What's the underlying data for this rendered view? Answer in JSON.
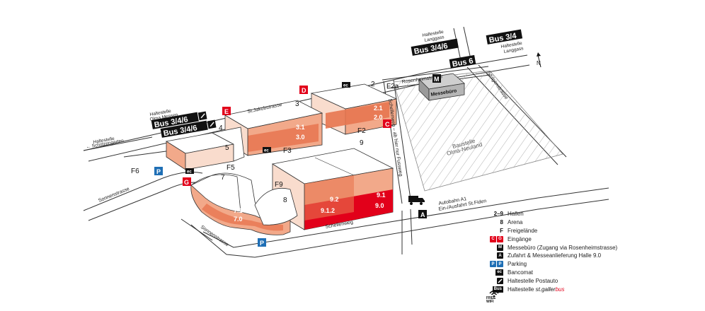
{
  "streets": {
    "langgasse": "Langgasse",
    "rosenheimstrasse": "Rosenheimstrasse",
    "st_jakobstrasse": "St.Jakobstrasse",
    "sonnenstrasse_1": "Sonnenstrasse",
    "sonnenstrasse_2": "Sonnenstrasse",
    "schellenweg": "Schellenweg",
    "schellenweg_vertical": "Schellenweg – ab hier nur Fussweg",
    "stuelgenstrasse": "Stülgenstrasse",
    "autobahn_1": "Autobahn A1",
    "autobahn_2": "Ein-/Ausfahrt St.Fiden"
  },
  "stops": {
    "schuetzengarten_1": "Haltestelle",
    "schuetzengarten_2": "← Schützengarten",
    "olma_messen_1": "Haltestelle",
    "olma_messen_2": "Olma Messen",
    "langgass_1_1": "Haltestelle",
    "langgass_1_2": "Langgass",
    "langgass_2_1": "Haltestelle",
    "langgass_2_2": "Langgass"
  },
  "bus": {
    "b1": "Bus 3/4/6",
    "b2": "Bus 3/4/6",
    "b3": "Bus 3/4/6",
    "b4": "Bus 3/4",
    "b5": "Bus 6"
  },
  "halls": {
    "h2": "2",
    "h2a": "F2a",
    "h3": "3",
    "h4": "4",
    "h5": "5",
    "h7": "7",
    "h8": "8",
    "h9": "9",
    "f2": "F2",
    "f3": "F3",
    "f5": "F5",
    "f6": "F6",
    "f9": "F9",
    "w21": "2.1",
    "w20": "2.0",
    "w31": "3.1",
    "w30": "3.0",
    "w92": "9.2",
    "w912": "9.1.2",
    "w91": "9.1",
    "w90": "9.0",
    "w71": "7.1",
    "w70": "7.0"
  },
  "entrances": {
    "c": "C",
    "d": "D",
    "e": "E",
    "g": "G"
  },
  "messebuero": {
    "letter": "M",
    "label": "Messebüro"
  },
  "baustelle": {
    "line1": "Baustelle",
    "line2": "Olma-Neuland"
  },
  "parking": {
    "p1": "P",
    "p2": "P"
  },
  "access": {
    "a": "A"
  },
  "bancomat": {
    "b1": "ec",
    "b2": "ec",
    "b3": "ec"
  },
  "north": "N",
  "legend": {
    "hallen_key": "2–9",
    "hallen": "Hallen",
    "arena_key": "8",
    "arena": "Arena",
    "frei_key": "F",
    "frei": "Freigelände",
    "ein_key_c": "C",
    "ein_key_g": "G",
    "ein": "Eingänge",
    "messe_key": "M",
    "messe": "Messebüro (Zugang via Rosenheimstrasse)",
    "zufahrt_key": "A",
    "zufahrt": "Zufahrt & Messeanlieferung Halle 9.0",
    "parking_key": "P",
    "parking_key2": "P",
    "parking": "Parking",
    "bancomat_key": "ec",
    "bancomat": "Bancomat",
    "postauto": "Haltestelle Postauto",
    "bus_key": "Bus",
    "bus_prefix": "Haltestelle",
    "bus_brand1": "st.galler",
    "bus_brand2": "bus",
    "wifi": "FREE WIFI"
  },
  "colors": {
    "entrance_red": "#e2001a",
    "parking_blue": "#1f6fb5",
    "hall_light": "#f9dccd",
    "hall_mid": "#f2a98a",
    "hall_dark": "#e77650",
    "hall_red": "#e2001a",
    "bus_black": "#111111"
  }
}
